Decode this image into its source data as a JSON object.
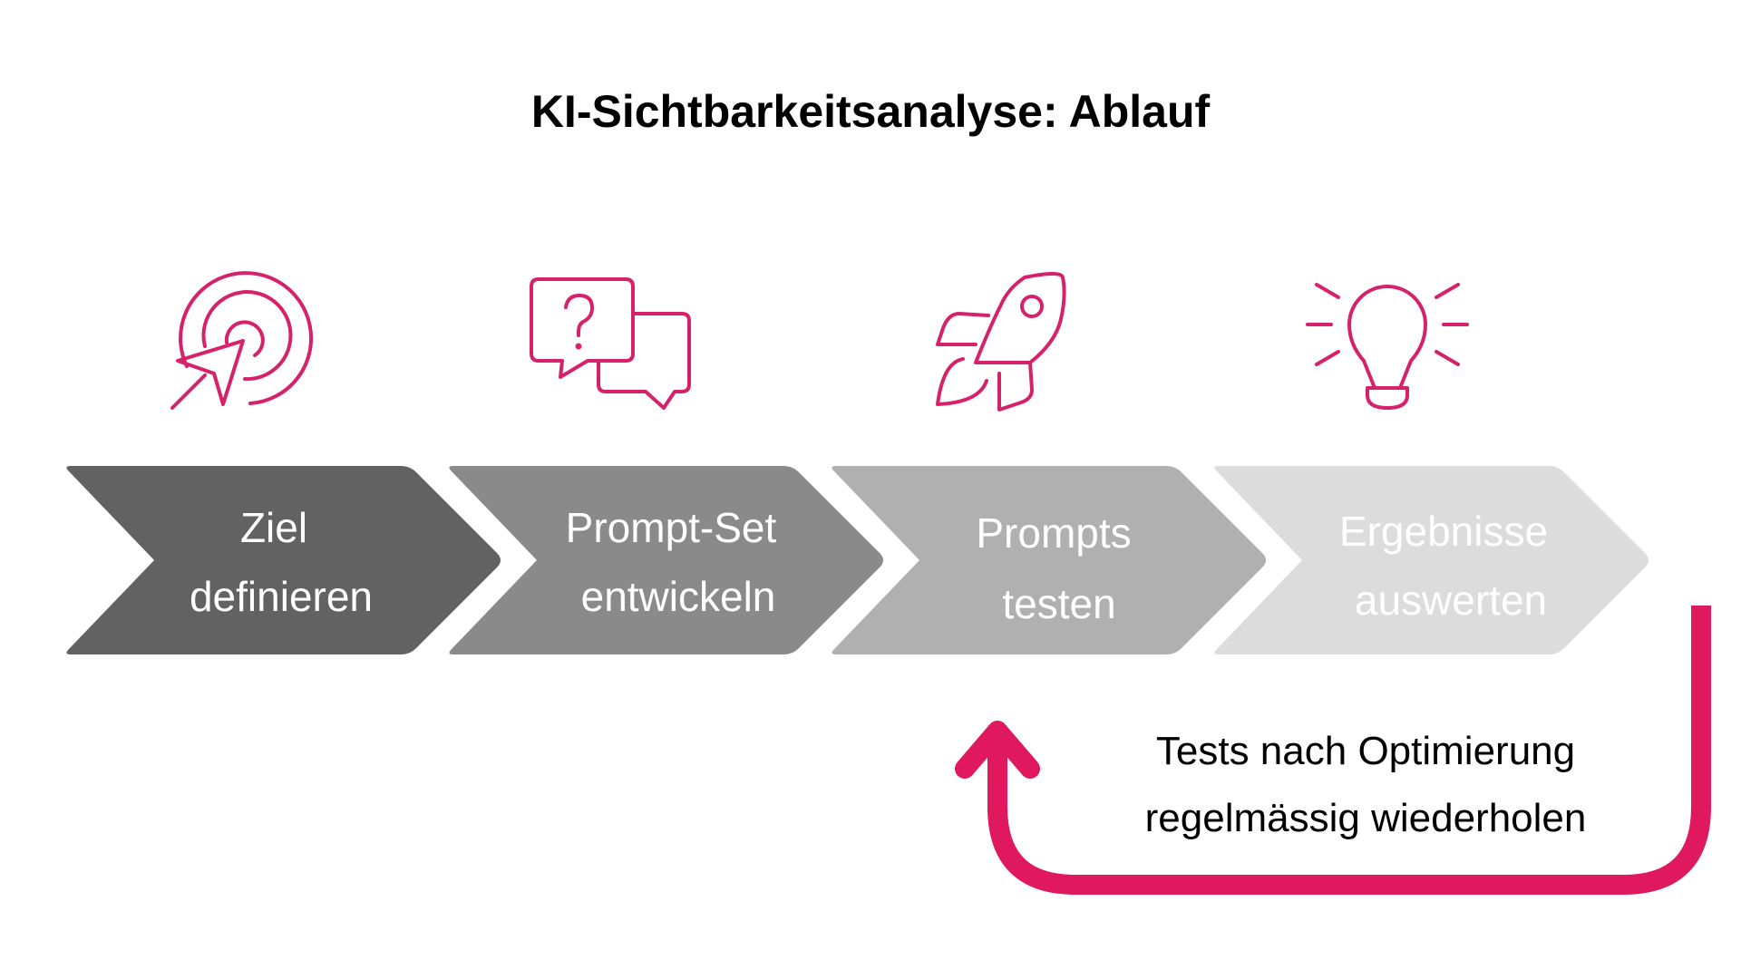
{
  "title": "KI-Sichtbarkeitsanalyse: Ablauf",
  "colors": {
    "accent": "#d6226b",
    "loop": "#e0185e",
    "step_1": "#626262",
    "step_2": "#8a8a8a",
    "step_3": "#b0b0b0",
    "step_4": "#dcdcdc",
    "title_text": "#000000",
    "step_text": "#ffffff"
  },
  "steps": [
    {
      "line1": "Ziel",
      "line2": "definieren",
      "icon": "target-arrow-icon"
    },
    {
      "line1": "Prompt-Set",
      "line2": "entwickeln",
      "icon": "speech-bubbles-question-icon"
    },
    {
      "line1": "Prompts",
      "line2": "testen",
      "icon": "rocket-icon"
    },
    {
      "line1": "Ergebnisse",
      "line2": "auswerten",
      "icon": "lightbulb-icon"
    }
  ],
  "loop": {
    "line1": "Tests nach Optimierung",
    "line2": "regelmässig wiederholen"
  }
}
